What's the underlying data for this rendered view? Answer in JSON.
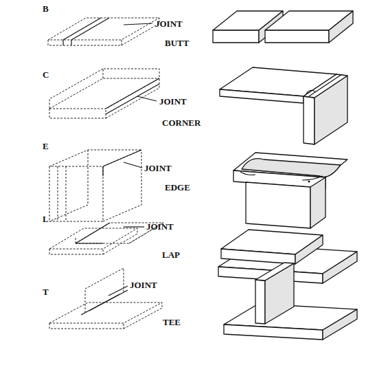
{
  "diagram": {
    "labels": [
      "B",
      "JOINT",
      "BUTT",
      "C",
      "JOINT",
      "CORNER",
      "E",
      "JOINT",
      "EDGE",
      "L",
      "JOINT",
      "LAP",
      "T",
      "JOINT",
      "TEE"
    ]
  }
}
